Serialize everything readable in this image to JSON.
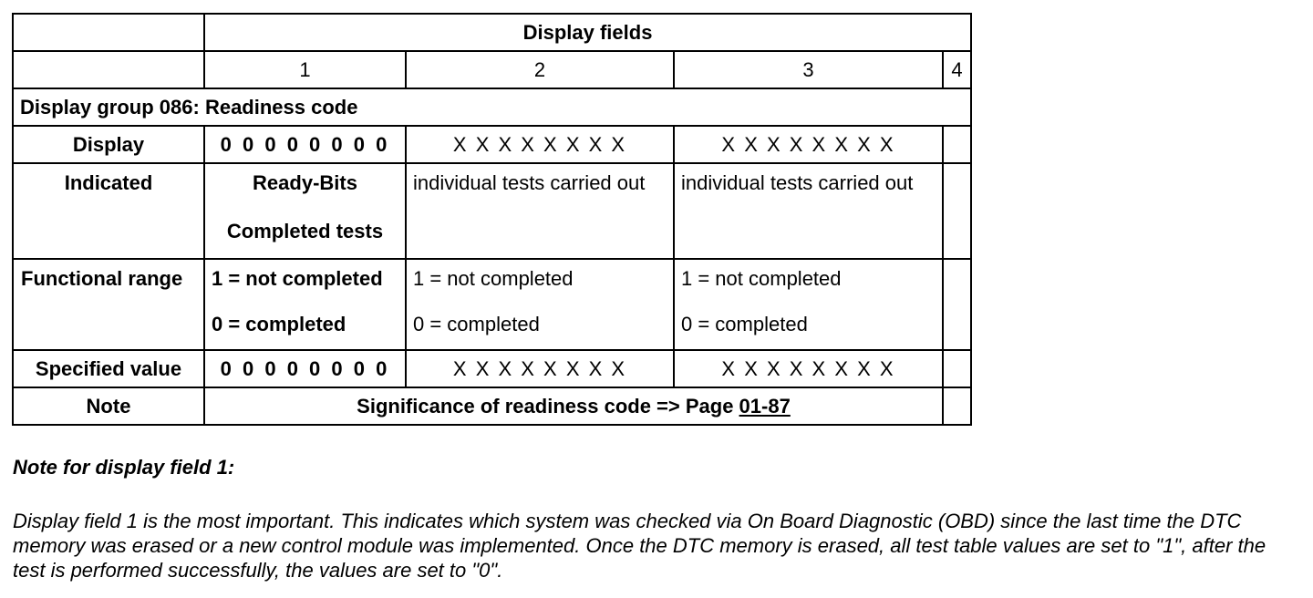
{
  "table": {
    "header": "Display fields",
    "field_numbers": [
      "1",
      "2",
      "3",
      "4"
    ],
    "group_title": "Display group 086: Readiness code",
    "rows": {
      "display": {
        "label": "Display",
        "f1": "0 0 0 0 0 0 0 0",
        "f2": "X X X X X X X X",
        "f3": "X X X X X X X X"
      },
      "indicated": {
        "label": "Indicated",
        "f1_line1": "Ready-Bits",
        "f1_line2": "Completed tests",
        "f2": "individual tests carried out",
        "f3": "individual tests carried out"
      },
      "functional_range": {
        "label": "Functional range",
        "f1_line1": "1 = not completed",
        "f1_line2": "0 = completed",
        "f2_line1": "1 = not completed",
        "f2_line2": "0 = completed",
        "f3_line1": "1 = not completed",
        "f3_line2": "0 = completed"
      },
      "specified_value": {
        "label": "Specified value",
        "f1": "0 0 0 0 0 0 0 0",
        "f2": "X X X X X X X X",
        "f3": "X X X X X X X X"
      },
      "note": {
        "label": "Note",
        "text": "Significance of readiness code => Page ",
        "link": "01-87"
      }
    }
  },
  "footnote": {
    "title": "Note for display field 1:",
    "body": "Display field 1 is the most important. This indicates which system was checked via On Board Diagnostic (OBD) since the last time the DTC memory was erased or a new control module was implemented. Once the DTC memory is erased, all test table values are set to \"1\", after the test is performed successfully, the values are set to \"0\"."
  }
}
